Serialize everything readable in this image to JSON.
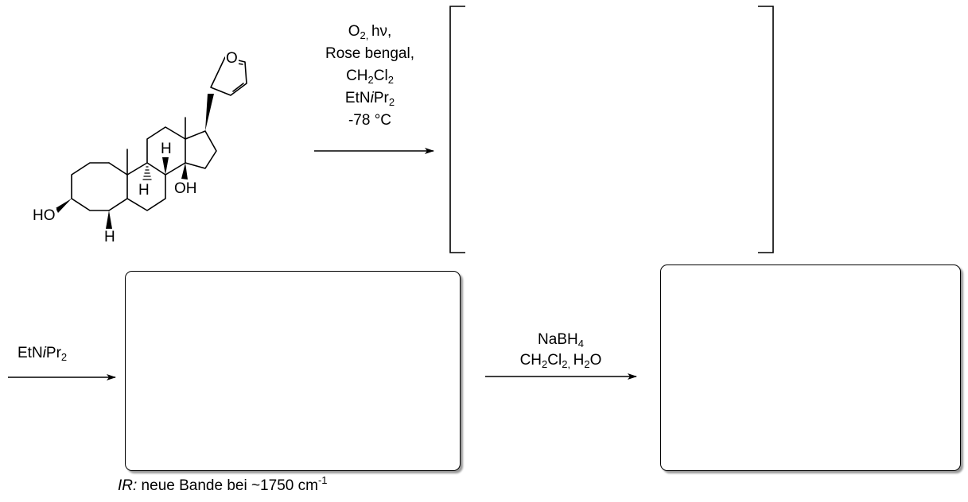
{
  "step1": {
    "reagents": [
      "O",
      "2, ",
      "hν,",
      "Rose bengal,",
      "CH",
      "2",
      "Cl",
      "2",
      "EtN",
      "i",
      "Pr",
      "2",
      "-78 °C"
    ]
  },
  "step2": {
    "reagent_main": "EtN",
    "reagent_italic": "i",
    "reagent_rest": "Pr",
    "reagent_sub": "2"
  },
  "step3": {
    "line1_main": "NaBH",
    "line1_sub": "4",
    "line2_a": "CH",
    "line2_sub1": "2",
    "line2_b": "Cl",
    "line2_sub2": "2, ",
    "line2_c": "H",
    "line2_sub3": "2",
    "line2_d": "O"
  },
  "ir_note": {
    "label": "IR:",
    "text": " neue Bande bei ~1750 cm",
    "sup": "-1"
  },
  "molecule": {
    "atoms": {
      "furan_o": "O",
      "ho": "HO",
      "oh": "OH",
      "h9": "H",
      "h8": "H",
      "h5": "H"
    }
  }
}
